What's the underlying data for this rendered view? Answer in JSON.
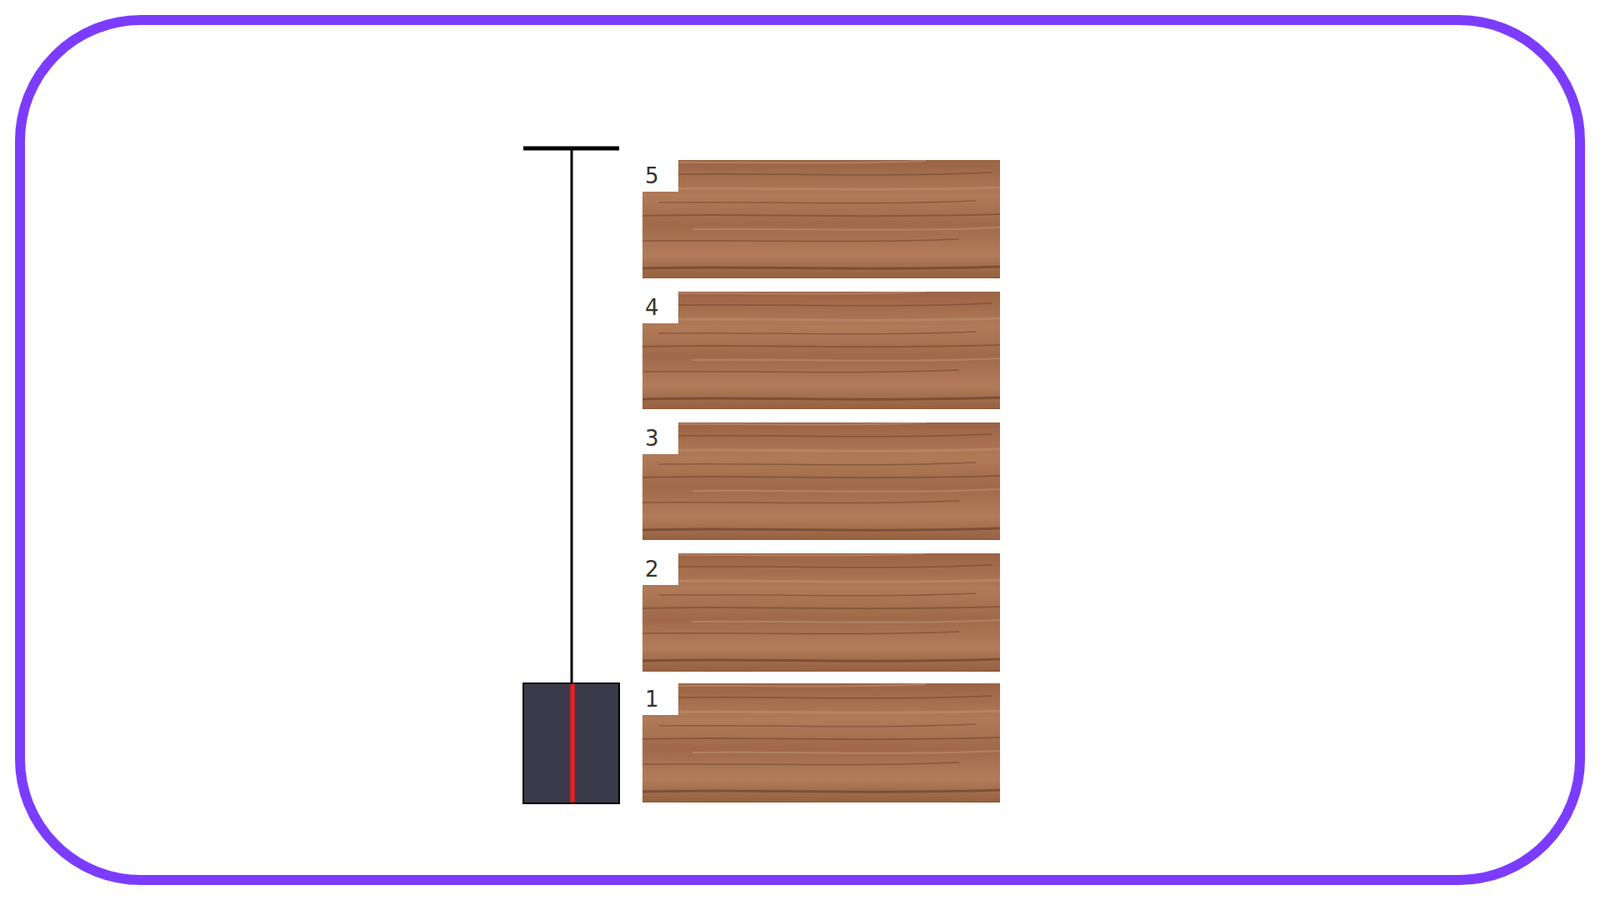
{
  "diagram": {
    "labels": [
      "5",
      "4",
      "3",
      "2",
      "1"
    ]
  }
}
